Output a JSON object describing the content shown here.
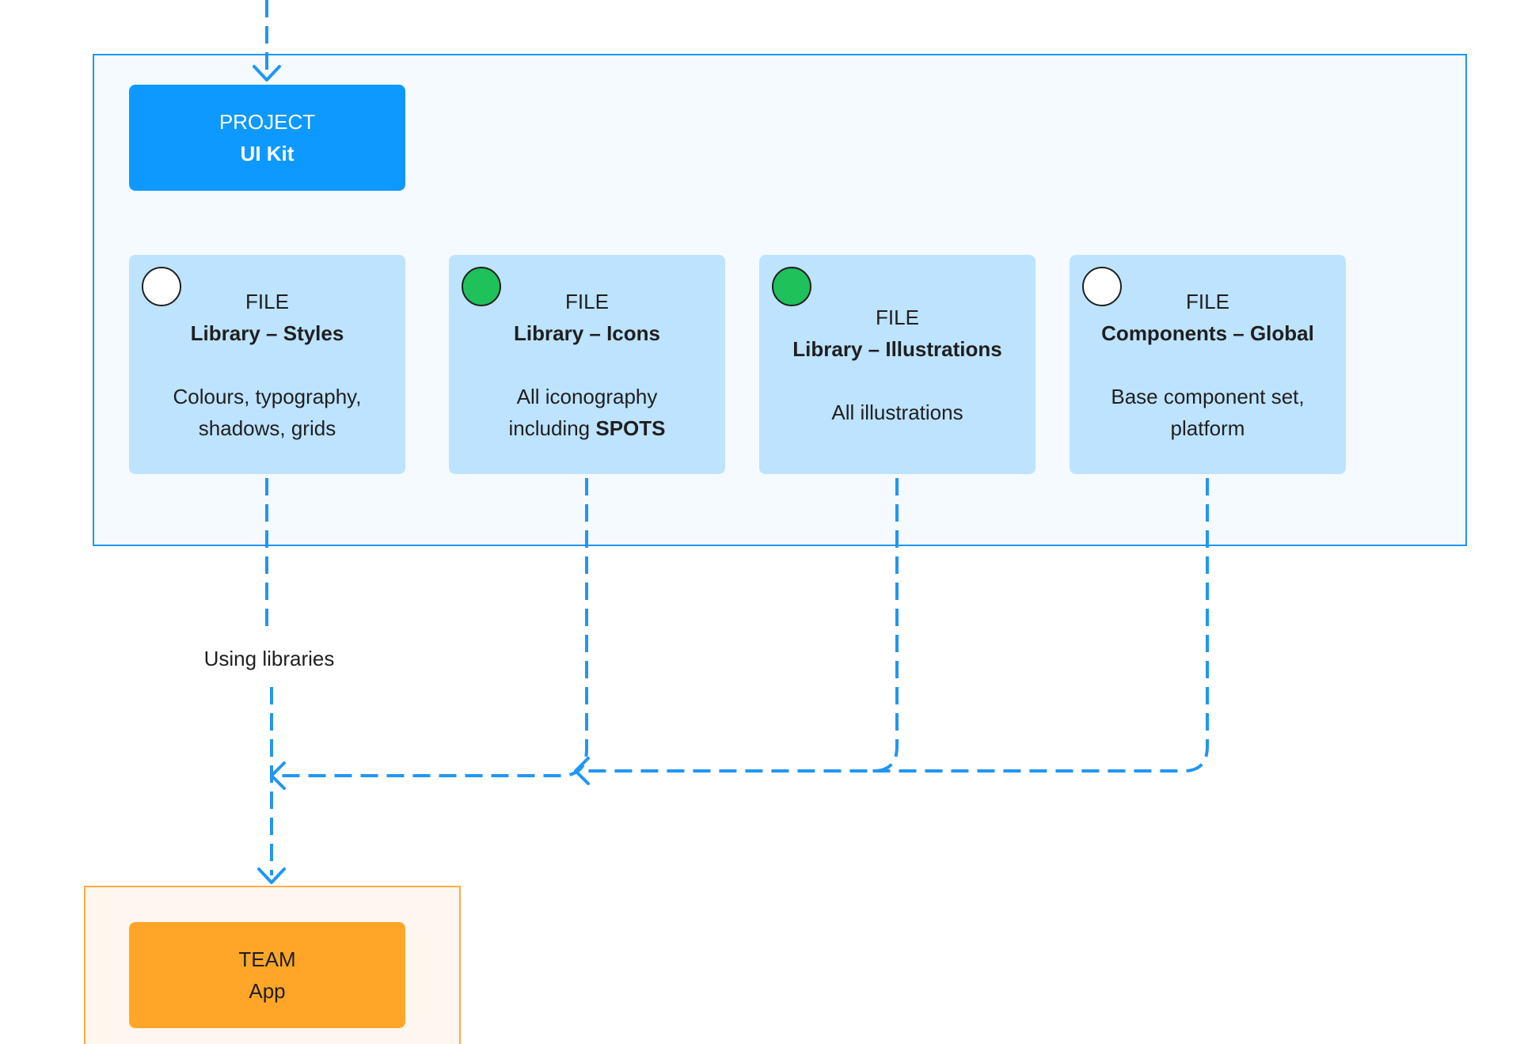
{
  "project": {
    "kind": "PROJECT",
    "name": "UI Kit"
  },
  "files": [
    {
      "kind": "FILE",
      "name": "Library – Styles",
      "description": "Colours, typography,",
      "description_line2": "shadows, grids",
      "description_bold": "",
      "status": "empty"
    },
    {
      "kind": "FILE",
      "name": "Library – Icons",
      "description": "All iconography",
      "description_line2": "including ",
      "description_bold": "SPOTS",
      "status": "green"
    },
    {
      "kind": "FILE",
      "name": "Library – Illustrations",
      "description": "All illustrations",
      "description_line2": "",
      "description_bold": "",
      "status": "green"
    },
    {
      "kind": "FILE",
      "name": "Components – Global",
      "description": "Base component set,",
      "description_line2": "platform",
      "description_bold": "",
      "status": "empty"
    }
  ],
  "edge_label": "Using libraries",
  "team": {
    "kind": "TEAM",
    "name": "App"
  },
  "colors": {
    "connector": "#2196f3",
    "project_fill": "#0d99ff",
    "file_fill": "#bde3ff",
    "team_fill": "#ffa629",
    "status_green": "#1ec15a",
    "status_empty": "#ffffff"
  }
}
